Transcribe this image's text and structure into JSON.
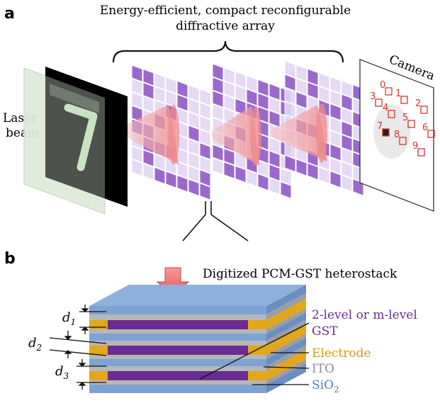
{
  "panel_a": {
    "letter": "a",
    "title_line1": "Energy-efficient, compact reconfigurable",
    "title_line2": "diffractive array",
    "laser_line1": "Laser",
    "laser_line2": "beam",
    "camera_label": "Camera",
    "detector_labels": [
      "0",
      "1",
      "2",
      "3",
      "4",
      "5",
      "6",
      "7",
      "8",
      "9"
    ]
  },
  "panel_b": {
    "letter": "b",
    "title": "Digitized PCM-GST heterostack",
    "d1_base": "d",
    "d1_sub": "1",
    "d2_base": "d",
    "d2_sub": "2",
    "d3_base": "d",
    "d3_sub": "3",
    "gst_line1": "2-level or m-level",
    "gst_line2": "GST",
    "electrode": "Electrode",
    "ito": "ITO",
    "sio2_base": "SiO",
    "sio2_sub": "2"
  },
  "colors": {
    "purple_dark": "#8a4fc4",
    "purple_light": "#e3d6f2",
    "gst": "#6a2c91",
    "electrode": "#e2a71a",
    "ito": "#b7b7b7",
    "sio2": "#7ea2d3",
    "cone": "#f2a3a3",
    "arrow": "#ef6d6d",
    "detector": "#e03030",
    "screen": "#dfeadb"
  }
}
